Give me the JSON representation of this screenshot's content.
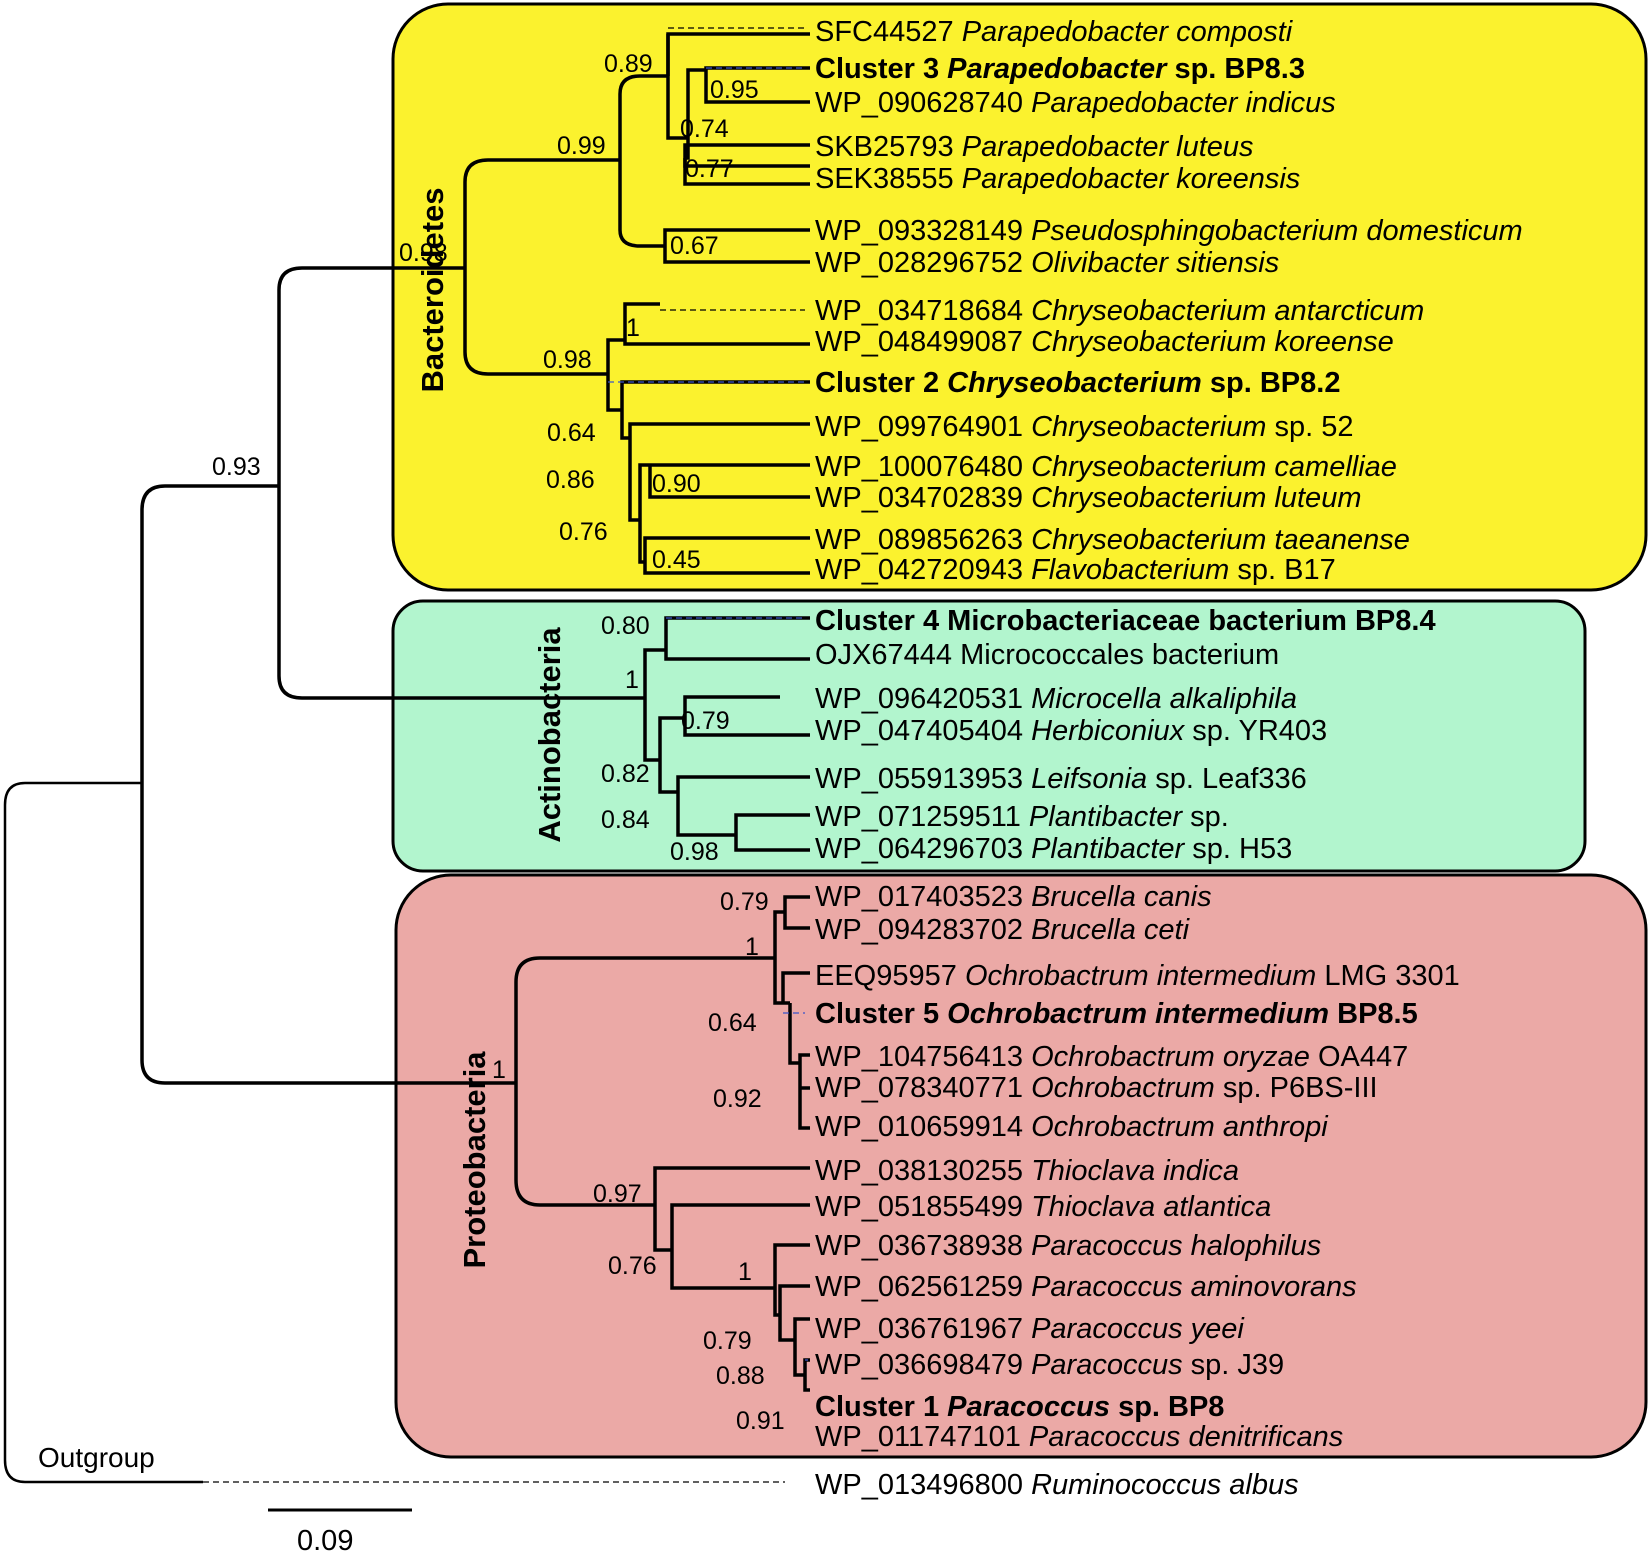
{
  "groups": [
    {
      "name": "Bacteroidetes",
      "color": "#fbf22e"
    },
    {
      "name": "Actinobacteria",
      "color": "#b2f5ce"
    },
    {
      "name": "Proteobacteria",
      "color": "#eba9a6"
    }
  ],
  "leaves": [
    {
      "acc": "SFC44527",
      "name": "Parapedobacter composti",
      "suffix": "",
      "italic": true,
      "bold": false
    },
    {
      "acc": "Cluster 3",
      "name": "Parapedobacter",
      "suffix": "sp. BP8.3",
      "italic": true,
      "bold": true
    },
    {
      "acc": "WP_090628740",
      "name": "Parapedobacter indicus",
      "suffix": "",
      "italic": true,
      "bold": false
    },
    {
      "acc": "SKB25793",
      "name": "Parapedobacter luteus",
      "suffix": "",
      "italic": true,
      "bold": false
    },
    {
      "acc": "SEK38555",
      "name": "Parapedobacter koreensis",
      "suffix": "",
      "italic": true,
      "bold": false
    },
    {
      "acc": "WP_093328149",
      "name": "Pseudosphingobacterium domesticum",
      "suffix": "",
      "italic": true,
      "bold": false
    },
    {
      "acc": "WP_028296752",
      "name": "Olivibacter sitiensis",
      "suffix": "",
      "italic": true,
      "bold": false
    },
    {
      "acc": "WP_034718684",
      "name": "Chryseobacterium antarcticum",
      "suffix": "",
      "italic": true,
      "bold": false
    },
    {
      "acc": "WP_048499087",
      "name": "Chryseobacterium koreense",
      "suffix": "",
      "italic": true,
      "bold": false
    },
    {
      "acc": "Cluster 2",
      "name": "Chryseobacterium",
      "suffix": "sp. BP8.2",
      "italic": true,
      "bold": true
    },
    {
      "acc": "WP_099764901",
      "name": "Chryseobacterium",
      "suffix": "sp. 52",
      "italic": true,
      "bold": false
    },
    {
      "acc": "WP_100076480",
      "name": "Chryseobacterium camelliae",
      "suffix": "",
      "italic": true,
      "bold": false
    },
    {
      "acc": "WP_034702839",
      "name": "Chryseobacterium luteum",
      "suffix": "",
      "italic": true,
      "bold": false
    },
    {
      "acc": "WP_089856263",
      "name": "Chryseobacterium taeanense",
      "suffix": "",
      "italic": true,
      "bold": false
    },
    {
      "acc": "WP_042720943",
      "name": "Flavobacterium",
      "suffix": "sp. B17",
      "italic": true,
      "bold": false
    },
    {
      "acc": "Cluster 4",
      "name": "Microbacteriaceae bacterium BP8.4",
      "suffix": "",
      "italic": false,
      "bold": true
    },
    {
      "acc": "OJX67444",
      "name": "Micrococcales bacterium",
      "suffix": "",
      "italic": false,
      "bold": false
    },
    {
      "acc": "WP_096420531",
      "name": "Microcella alkaliphila",
      "suffix": "",
      "italic": true,
      "bold": false
    },
    {
      "acc": "WP_047405404",
      "name": "Herbiconiux",
      "suffix": "sp. YR403",
      "italic": true,
      "bold": false
    },
    {
      "acc": "WP_055913953",
      "name": "Leifsonia",
      "suffix": "sp. Leaf336",
      "italic": true,
      "bold": false
    },
    {
      "acc": "WP_071259511",
      "name": "Plantibacter",
      "suffix": "sp.",
      "italic": true,
      "bold": false
    },
    {
      "acc": "WP_064296703",
      "name": "Plantibacter",
      "suffix": "sp. H53",
      "italic": true,
      "bold": false
    },
    {
      "acc": "WP_017403523",
      "name": "Brucella canis",
      "suffix": "",
      "italic": true,
      "bold": false
    },
    {
      "acc": "WP_094283702",
      "name": "Brucella ceti",
      "suffix": "",
      "italic": true,
      "bold": false
    },
    {
      "acc": "EEQ95957",
      "name": "Ochrobactrum intermedium",
      "suffix": "LMG 3301",
      "italic": true,
      "bold": false
    },
    {
      "acc": "Cluster 5",
      "name": "Ochrobactrum intermedium",
      "suffix": "BP8.5",
      "italic": true,
      "bold": true
    },
    {
      "acc": "WP_104756413",
      "name": "Ochrobactrum oryzae",
      "suffix": "OA447",
      "italic": true,
      "bold": false
    },
    {
      "acc": "WP_078340771",
      "name": "Ochrobactrum",
      "suffix": "sp. P6BS-III",
      "italic": true,
      "bold": false
    },
    {
      "acc": "WP_010659914",
      "name": "Ochrobactrum anthropi",
      "suffix": "",
      "italic": true,
      "bold": false
    },
    {
      "acc": "WP_038130255",
      "name": "Thioclava indica",
      "suffix": "",
      "italic": true,
      "bold": false
    },
    {
      "acc": "WP_051855499",
      "name": "Thioclava atlantica",
      "suffix": "",
      "italic": true,
      "bold": false
    },
    {
      "acc": "WP_036738938",
      "name": "Paracoccus halophilus",
      "suffix": "",
      "italic": true,
      "bold": false
    },
    {
      "acc": "WP_062561259",
      "name": "Paracoccus aminovorans",
      "suffix": "",
      "italic": true,
      "bold": false
    },
    {
      "acc": "WP_036761967",
      "name": "Paracoccus yeei",
      "suffix": "",
      "italic": true,
      "bold": false
    },
    {
      "acc": "WP_036698479",
      "name": "Paracoccus",
      "suffix": "sp. J39",
      "italic": true,
      "bold": false
    },
    {
      "acc": "Cluster 1",
      "name": "Paracoccus",
      "suffix": "sp. BP8",
      "italic": true,
      "bold": true
    },
    {
      "acc": "WP_011747101",
      "name": "Paracoccus denitrificans",
      "suffix": "",
      "italic": true,
      "bold": false
    },
    {
      "acc": "WP_013496800",
      "name": "Ruminococcus albus",
      "suffix": "",
      "italic": true,
      "bold": false
    }
  ],
  "support_values": [
    "0.89",
    "0.95",
    "0.74",
    "0.77",
    "0.99",
    "0.67",
    "0.98",
    "1",
    "0.98",
    "0.64",
    "0.86",
    "0.90",
    "0.76",
    "0.45",
    "0.93",
    "0.80",
    "1",
    "0.79",
    "0.82",
    "0.84",
    "0.98",
    "0.79",
    "1",
    "0.64",
    "0.92",
    "1",
    "0.97",
    "0.76",
    "1",
    "0.79",
    "0.88",
    "0.91"
  ],
  "outgroup_label": "Outgroup",
  "scale_bar_label": "0.09"
}
